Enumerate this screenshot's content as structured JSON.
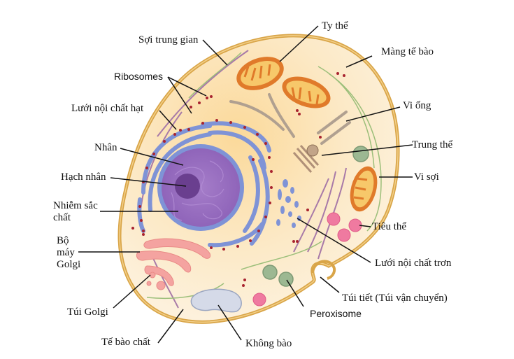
{
  "diagram": {
    "type": "animal-cell-structure",
    "language": "vi",
    "labels": {
      "soi_trung_gian": "Sợi trung gian",
      "ribosomes": "Ribosomes",
      "luoi_noi_chat_hat": "Lưới nội chất hạt",
      "nhan": "Nhân",
      "hach_nhan": "Hạch nhân",
      "nhiem_sac_chat_1": "Nhiễm sắc",
      "nhiem_sac_chat_2": "chất",
      "bo_may_golgi_1": "Bộ",
      "bo_may_golgi_2": "máy",
      "bo_may_golgi_3": "Golgi",
      "tui_golgi": "Túi Golgi",
      "te_bao_chat": "Tế bào chất",
      "khong_bao": "Không bào",
      "peroxisome": "Peroxisome",
      "tui_tiet": "Túi tiết (Túi vận chuyển)",
      "luoi_noi_chat_tron": "Lưới nội chất trơn",
      "tieu_the": "Tiêu thể",
      "vi_soi": "Vi sợi",
      "trung_the": "Trung thể",
      "vi_ong": "Vi ống",
      "mang_te_bao": "Màng tế bào",
      "ty_the": "Ty thể"
    },
    "colors": {
      "membrane": "#d9a548",
      "cytoplasm": "#fbe7c0",
      "nucleus_envelope": "#7f93d6",
      "nucleus": "#9b6cc0",
      "nucleolus": "#6a3f8f",
      "ribosome": "#a8232f",
      "mitochondria_outer": "#e07a2a",
      "mitochondria_inner": "#f7c86a",
      "golgi": "#f4a3a0",
      "lysosome": "#ef7aa0",
      "peroxisome": "#9cb892",
      "vacuole": "#d5dae8",
      "microfilament": "#9cbf7a",
      "intermediate_filament": "#a87aa8",
      "microtubule": "#b0a090"
    }
  }
}
